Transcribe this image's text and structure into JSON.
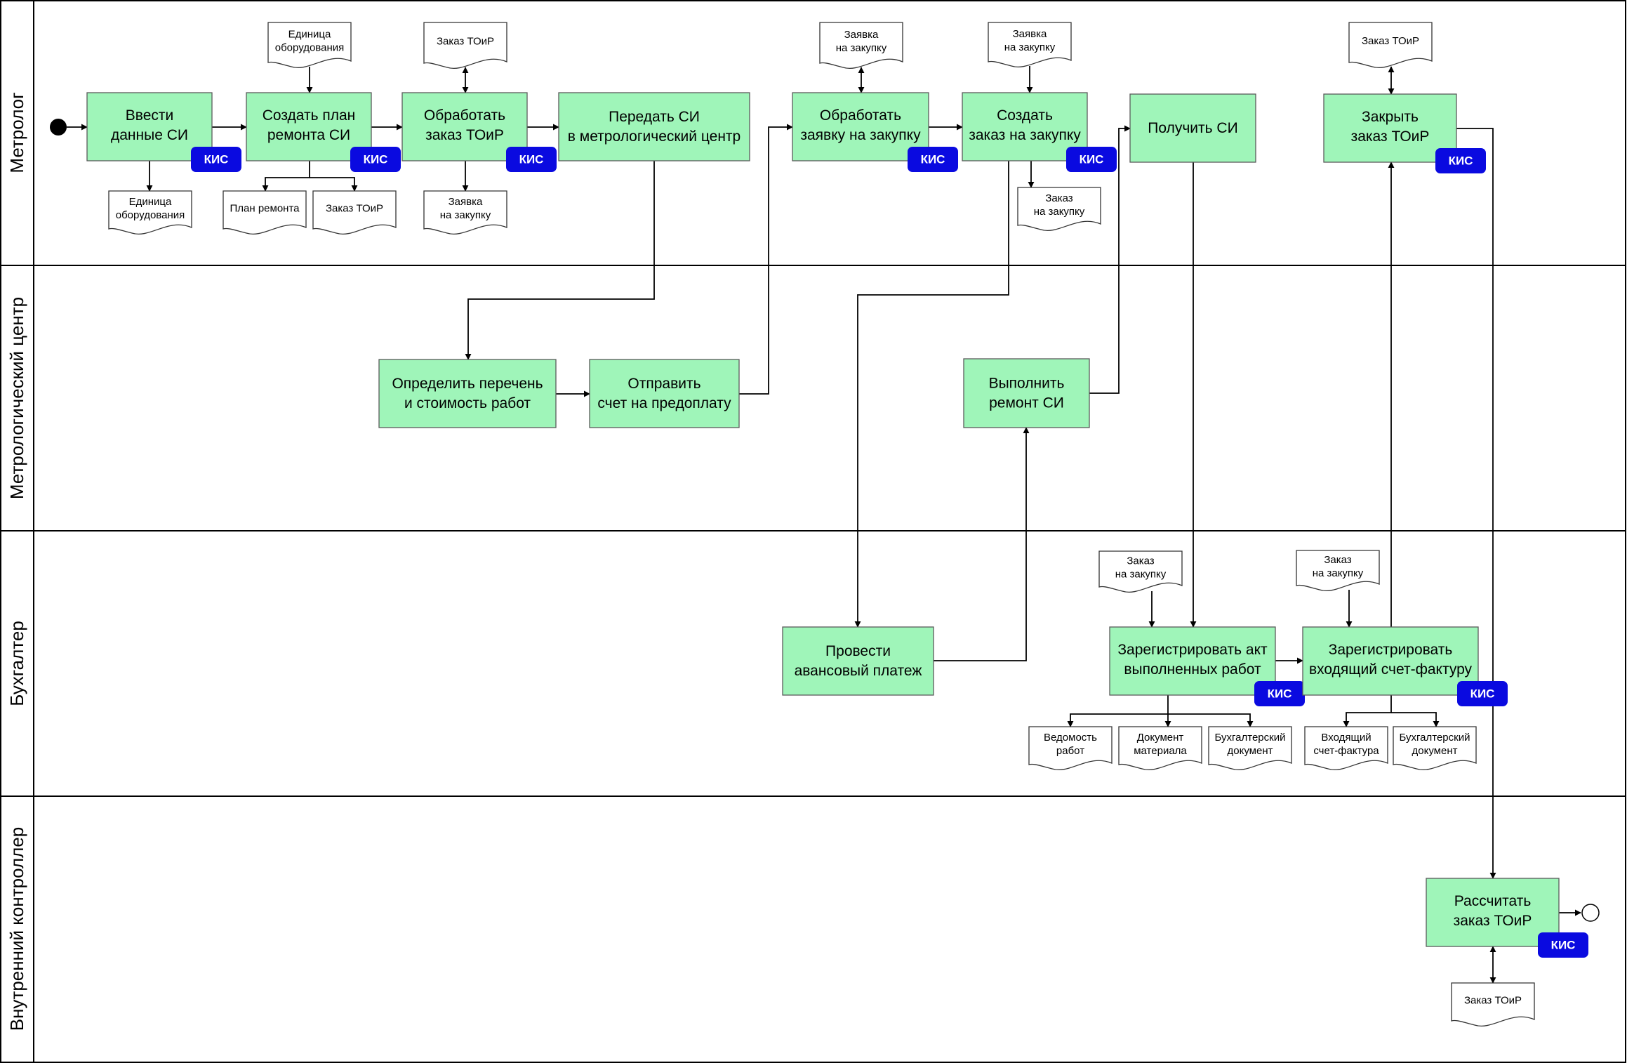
{
  "lanes": [
    {
      "id": "metrolog",
      "title": "Метролог"
    },
    {
      "id": "center",
      "title": "Метрологический центр"
    },
    {
      "id": "accountant",
      "title": "Бухгалтер"
    },
    {
      "id": "controller",
      "title": "Внутренний контроллер"
    }
  ],
  "kis_label": "КИС",
  "tasks": [
    {
      "id": "t1",
      "lines": [
        "Ввести",
        "данные СИ"
      ],
      "kis": true
    },
    {
      "id": "t2",
      "lines": [
        "Создать план",
        "ремонта СИ"
      ],
      "kis": true
    },
    {
      "id": "t3",
      "lines": [
        "Обработать",
        "заказ ТОиР"
      ],
      "kis": true
    },
    {
      "id": "t4",
      "lines": [
        "Передать СИ",
        "в метрологический центр"
      ],
      "kis": false
    },
    {
      "id": "t5",
      "lines": [
        "Обработать",
        "заявку на закупку"
      ],
      "kis": true
    },
    {
      "id": "t6",
      "lines": [
        "Создать",
        "заказ на закупку"
      ],
      "kis": true
    },
    {
      "id": "t7",
      "lines": [
        "Получить СИ"
      ],
      "kis": false
    },
    {
      "id": "t8",
      "lines": [
        "Закрыть",
        "заказ ТОиР"
      ],
      "kis": true
    },
    {
      "id": "t9",
      "lines": [
        "Определить перечень",
        "и стоимость работ"
      ],
      "kis": false
    },
    {
      "id": "t10",
      "lines": [
        "Отправить",
        "счет на предоплату"
      ],
      "kis": false
    },
    {
      "id": "t11",
      "lines": [
        "Выполнить",
        "ремонт СИ"
      ],
      "kis": false
    },
    {
      "id": "t12",
      "lines": [
        "Провести",
        "авансовый платеж"
      ],
      "kis": false
    },
    {
      "id": "t13",
      "lines": [
        "Зарегистрировать акт",
        "выполненных работ"
      ],
      "kis": true
    },
    {
      "id": "t14",
      "lines": [
        "Зарегистрировать",
        "входящий счет-фактуру"
      ],
      "kis": true
    },
    {
      "id": "t15",
      "lines": [
        "Рассчитать",
        "заказ ТОиР"
      ],
      "kis": true
    }
  ],
  "documents": [
    {
      "id": "d1",
      "lines": [
        "Единица",
        "оборудования"
      ]
    },
    {
      "id": "d2",
      "lines": [
        "Единица",
        "оборудования"
      ]
    },
    {
      "id": "d3",
      "lines": [
        "План ремонта"
      ]
    },
    {
      "id": "d4",
      "lines": [
        "Заказ ТОиР"
      ]
    },
    {
      "id": "d5",
      "lines": [
        "Заказ ТОиР"
      ]
    },
    {
      "id": "d6",
      "lines": [
        "Заявка",
        "на закупку"
      ]
    },
    {
      "id": "d7",
      "lines": [
        "Заявка",
        "на закупку"
      ]
    },
    {
      "id": "d8",
      "lines": [
        "Заявка",
        "на закупку"
      ]
    },
    {
      "id": "d9",
      "lines": [
        "Заказ",
        "на закупку"
      ]
    },
    {
      "id": "d10",
      "lines": [
        "Заказ ТОиР"
      ]
    },
    {
      "id": "d11",
      "lines": [
        "Заказ",
        "на закупку"
      ]
    },
    {
      "id": "d12",
      "lines": [
        "Заказ",
        "на закупку"
      ]
    },
    {
      "id": "d13",
      "lines": [
        "Ведомость",
        "работ"
      ]
    },
    {
      "id": "d14",
      "lines": [
        "Документ",
        "материала"
      ]
    },
    {
      "id": "d15",
      "lines": [
        "Бухгалтерский",
        "документ"
      ]
    },
    {
      "id": "d16",
      "lines": [
        "Входящий",
        "счет-фактура"
      ]
    },
    {
      "id": "d17",
      "lines": [
        "Бухгалтерский",
        "документ"
      ]
    },
    {
      "id": "d18",
      "lines": [
        "Заказ ТОиР"
      ]
    }
  ]
}
